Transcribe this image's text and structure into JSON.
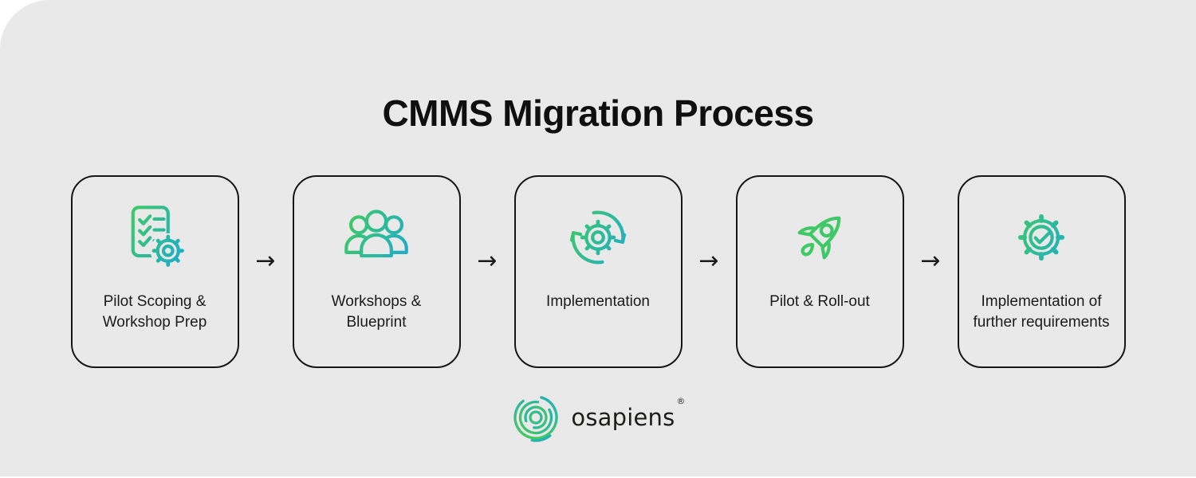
{
  "title": "CMMS Migration Process",
  "steps": [
    {
      "icon": "checklist-gear-icon",
      "line1": "Pilot Scoping &",
      "line2": "Workshop Prep"
    },
    {
      "icon": "people-icon",
      "line1": "Workshops &",
      "line2": "Blueprint"
    },
    {
      "icon": "sync-gear-icon",
      "line1": "Implementation",
      "line2": ""
    },
    {
      "icon": "rocket-icon",
      "line1": "Pilot & Roll-out",
      "line2": ""
    },
    {
      "icon": "gear-check-icon",
      "line1": "Implementation of",
      "line2": "further requirements"
    }
  ],
  "arrow_glyph": "→",
  "logo": {
    "wordmark": "osapiens",
    "registered_mark": "®"
  },
  "colors": {
    "panel_background": "#e9e9e9",
    "box_border": "#161616",
    "text": "#1b1b1b",
    "icon_gradient_start": "#3ec966",
    "icon_gradient_end": "#1faccb"
  }
}
